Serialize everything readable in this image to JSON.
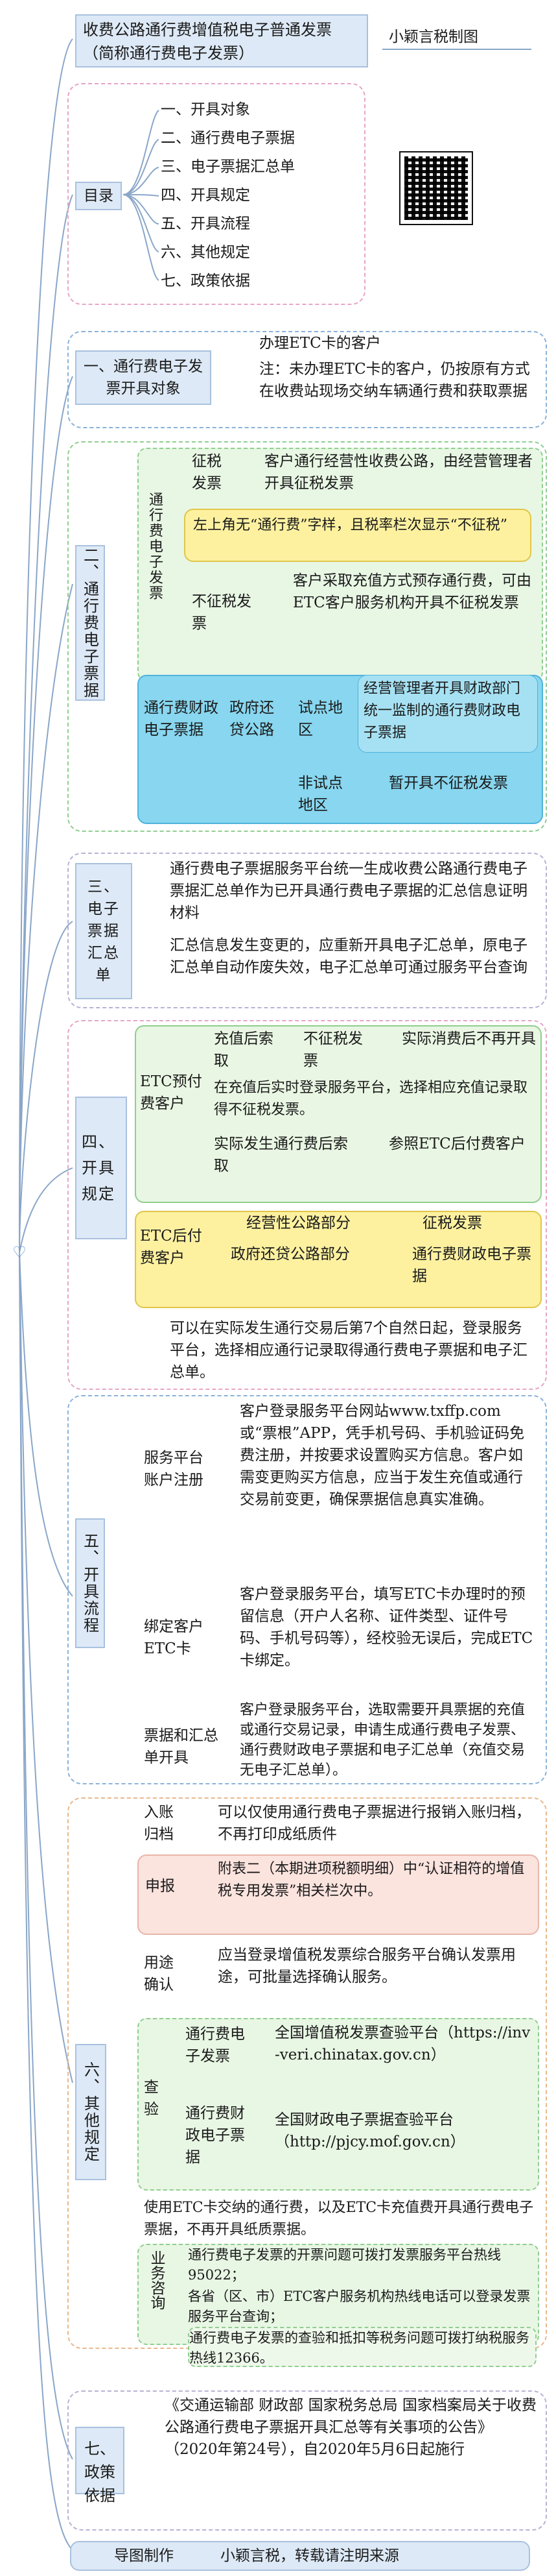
{
  "title": "收费公路通行费增值税电子普通发票（简称通行费电子发票）",
  "author": "小颖言税制图",
  "toc": {
    "label": "目录",
    "items": [
      "一、开具对象",
      "二、通行费电子票据",
      "三、电子票据汇总单",
      "四、开具规定",
      "五、开具流程",
      "六、其他规定",
      "七、政策依据"
    ]
  },
  "s1": {
    "label": "一、通行费电子发票开具对象",
    "head": "办理ETC卡的客户",
    "note": "注：未办理ETC卡的客户，仍按原有方式在收费站现场交纳车辆通行费和获取票据"
  },
  "s2": {
    "label": "二、通行费电子票据",
    "group": "通行费电子发票",
    "levy": {
      "label": "征税发票",
      "text": "客户通行经营性收费公路，由经营管理者开具征税发票"
    },
    "nonlevy": {
      "label": "不征税发票",
      "yellow": "左上角无“通行费”字样，且税率栏次显示“不征税”",
      "text": "客户采取充值方式预存通行费，可由ETC客户服务机构开具不征税发票"
    },
    "fin": {
      "label": "通行费财政电子票据",
      "road": "政府还贷公路",
      "pilot": {
        "label": "试点地区",
        "text": "经营管理者开具财政部门统一监制的通行费财政电子票据"
      },
      "nonpilot": {
        "label": "非试点地区",
        "text": "暂开具不征税发票"
      }
    }
  },
  "s3": {
    "label": "三、电子票据汇总单",
    "p1": "通行费电子票据服务平台统一生成收费公路通行费电子票据汇总单作为已开具通行费电子票据的汇总信息证明材料",
    "p2": "汇总信息发生变更的，应重新开具电子汇总单，原电子汇总单自动作废失效，电子汇总单可通过服务平台查询"
  },
  "s4": {
    "label": "四、开具规定",
    "pre": {
      "label": "ETC预付费客户",
      "r1a": "充值后索取",
      "r1b": "不征税发票",
      "r1c": "实际消费后不再开具",
      "r2": "在充值后实时登录服务平台，选择相应充值记录取得不征税发票。",
      "r3a": "实际发生通行费后索取",
      "r3b": "参照ETC后付费客户"
    },
    "post": {
      "label": "ETC后付费客户",
      "op": "经营性公路部分",
      "opval": "征税发票",
      "gov": "政府还贷公路部分",
      "govval": "通行费财政电子票据"
    },
    "note": "可以在实际发生通行交易后第7个自然日起，登录服务平台，选择相应通行记录取得通行费电子票据和电子汇总单。"
  },
  "s5": {
    "label": "五、开具流程",
    "reg": {
      "label": "服务平台账户注册",
      "text": "客户登录服务平台网站www.txffp.com或“票根”APP，凭手机号码、手机验证码免费注册，并按要求设置购买方信息。客户如需变更购买方信息，应当于发生充值或通行交易前变更，确保票据信息真实准确。"
    },
    "bind": {
      "label": "绑定客户ETC卡",
      "text": "客户登录服务平台，填写ETC卡办理时的预留信息（开户人名称、证件类型、证件号码、手机号码等），经校验无误后，完成ETC卡绑定。"
    },
    "issue": {
      "label": "票据和汇总单开具",
      "text": "客户登录服务平台，选取需要开具票据的充值或通行交易记录，申请生成通行费电子发票、通行费财政电子票据和电子汇总单（充值交易无电子汇总单）。"
    }
  },
  "s6": {
    "label": "六、其他规定",
    "acct": {
      "label": "入账归档",
      "text": "可以仅使用通行费电子票据进行报销入账归档，不再打印成纸质件"
    },
    "decl": {
      "label": "申报",
      "text": "附表二（本期进项税额明细）中“认证相符的增值税专用发票”相关栏次中。"
    },
    "confirm": {
      "label": "用途确认",
      "text": "应当登录增值税发票综合服务平台确认发票用途，可批量选择确认服务。"
    },
    "verify": {
      "label": "查验",
      "inv": {
        "label": "通行费电子发票",
        "text": "全国增值税发票查验平台（https://inv-veri.chinatax.gov.cn）"
      },
      "fin": {
        "label": "通行费财政电子票据",
        "text": "全国财政电子票据查验平台（http://pjcy.mof.gov.cn）"
      }
    },
    "etc": "使用ETC卡交纳的通行费，以及ETC卡充值费开具通行费电子票据，不再开具纸质票据。",
    "consult": {
      "label": "业务咨询",
      "t1": "通行费电子发票的开票问题可拨打发票服务平台热线95022；",
      "t2": "各省（区、市）ETC客户服务机构热线电话可以登录发票服务平台查询；",
      "t3": "通行费电子发票的查验和抵扣等税务问题可拨打纳税服务热线12366。"
    }
  },
  "s7": {
    "label": "七、政策依据",
    "text": "《交通运输部 财政部 国家税务总局 国家档案局关于收费公路通行费电子票据开具汇总等有关事项的公告》（2020年第24号），自2020年5月6日起施行"
  },
  "footer": {
    "left": "导图制作",
    "right": "小颖言税，转载请注明来源"
  }
}
